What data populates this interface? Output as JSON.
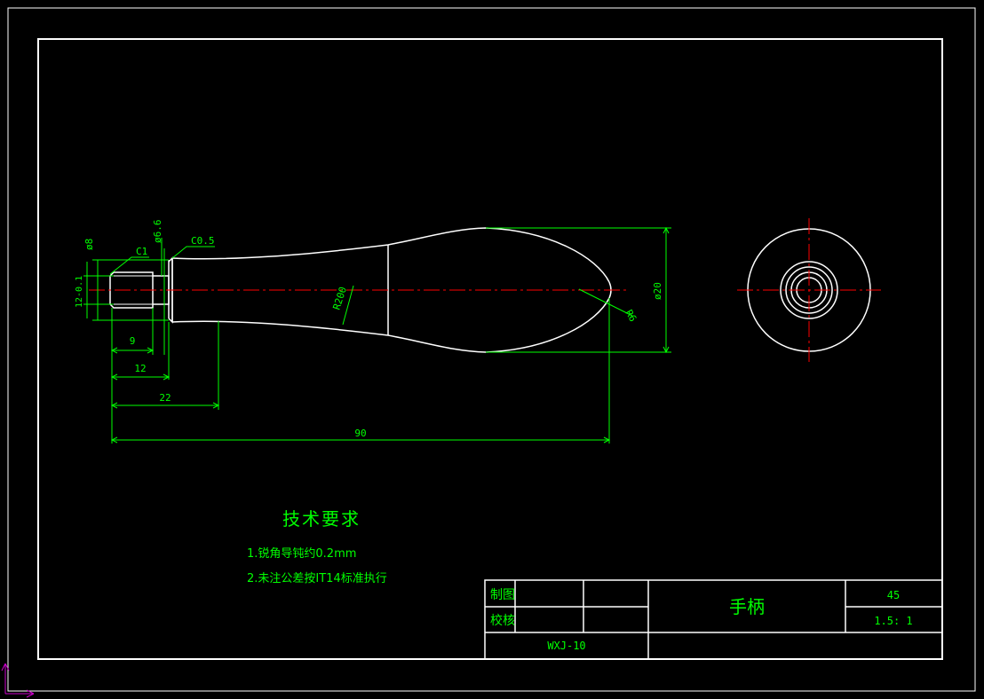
{
  "colors": {
    "background": "#000000",
    "outline": "#ffffff",
    "dimension": "#00ff00",
    "text": "#00ff00",
    "centerline": "#ff0000",
    "ucs_icon": "#cc00cc"
  },
  "dimensions": {
    "d8": "ø8",
    "d66": "ø6.6",
    "c1": "C1",
    "c05": "C0.5",
    "d12": "12-0.1",
    "len9": "9",
    "len12": "12",
    "len22": "22",
    "len90": "90",
    "r200": "R200",
    "r6": "R6",
    "d20": "ø20"
  },
  "notes": {
    "title": "技术要求",
    "item1": "1.锐角导钝约0.2mm",
    "item2": "2.未注公差按IT14标准执行"
  },
  "title_block": {
    "drawn_label": "制图",
    "checked_label": "校核",
    "part_name": "手柄",
    "material": "45",
    "scale": "1.5: 1",
    "drawing_number": "WXJ-10"
  }
}
